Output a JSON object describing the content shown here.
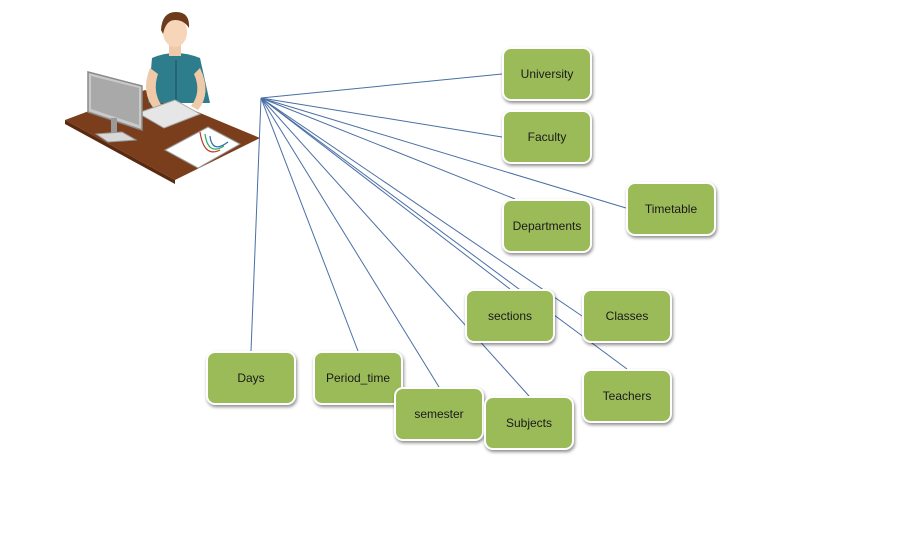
{
  "diagram": {
    "nodes": [
      {
        "id": "university",
        "label": "University"
      },
      {
        "id": "faculty",
        "label": "Faculty"
      },
      {
        "id": "timetable",
        "label": "Timetable"
      },
      {
        "id": "departments",
        "label": "Departments"
      },
      {
        "id": "sections",
        "label": "sections"
      },
      {
        "id": "classes",
        "label": "Classes"
      },
      {
        "id": "days",
        "label": "Days"
      },
      {
        "id": "period_time",
        "label": "Period_time"
      },
      {
        "id": "semester",
        "label": "semester"
      },
      {
        "id": "subjects",
        "label": "Subjects"
      },
      {
        "id": "teachers",
        "label": "Teachers"
      }
    ],
    "connections_from": "user-at-desk",
    "colors": {
      "node_fill": "#9bbb59",
      "node_border": "#ffffff",
      "connector": "#4a6fa5",
      "shirt": "#2e7d8c",
      "desk": "#7a3e1c"
    }
  }
}
